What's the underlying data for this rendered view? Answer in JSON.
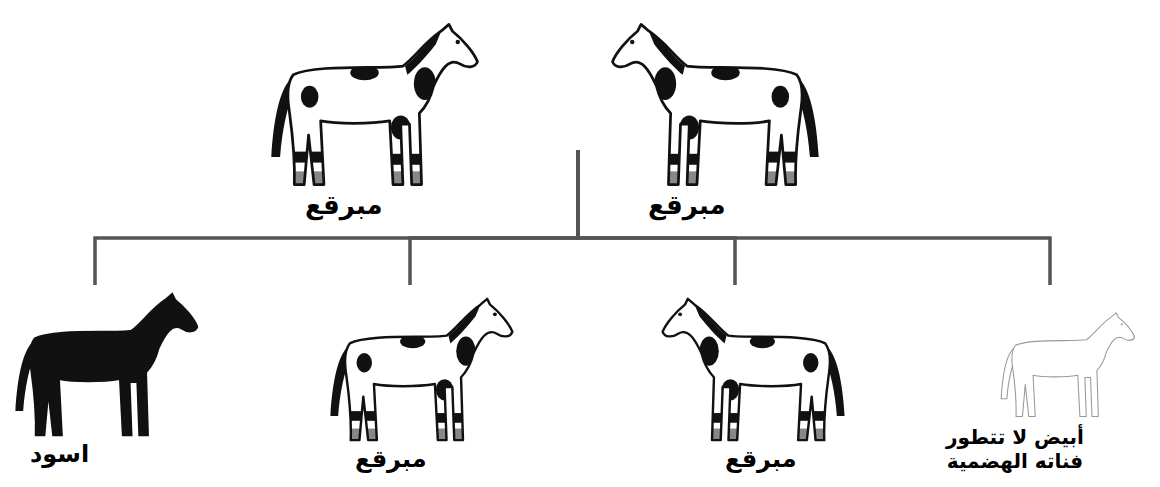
{
  "diagram": {
    "nodes": [
      {
        "text": [
          "مبرقع"
        ]
      },
      {
        "text": [
          "مبرقع"
        ]
      },
      {
        "text": [
          "اسود"
        ]
      },
      {
        "text": [
          "مبرقع"
        ]
      },
      {
        "text": [
          "مبرقع"
        ]
      },
      {
        "text": [
          "أبيض لا تتطور فناته الهضمية"
        ]
      }
    ],
    "edges": [
      {
        "from": 0,
        "to": 2,
        "arrow": "none"
      },
      {
        "from": 0,
        "to": 3,
        "arrow": "none"
      },
      {
        "from": 0,
        "to": 4,
        "arrow": "none"
      },
      {
        "from": 0,
        "to": 5,
        "arrow": "none"
      },
      {
        "from": 1,
        "to": 2,
        "arrow": "none"
      },
      {
        "from": 1,
        "to": 3,
        "arrow": "none"
      },
      {
        "from": 1,
        "to": 4,
        "arrow": "none"
      },
      {
        "from": 1,
        "to": 5,
        "arrow": "none"
      }
    ]
  }
}
